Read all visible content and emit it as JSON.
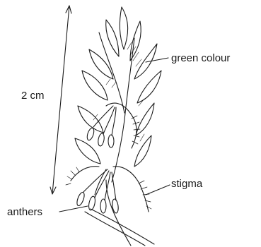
{
  "labels": {
    "green": "green colour",
    "scale": "2 cm",
    "stigma": "stigma",
    "anthers": "anthers"
  },
  "colors": {
    "ink": "#1a1a1a",
    "background": "#ffffff"
  }
}
